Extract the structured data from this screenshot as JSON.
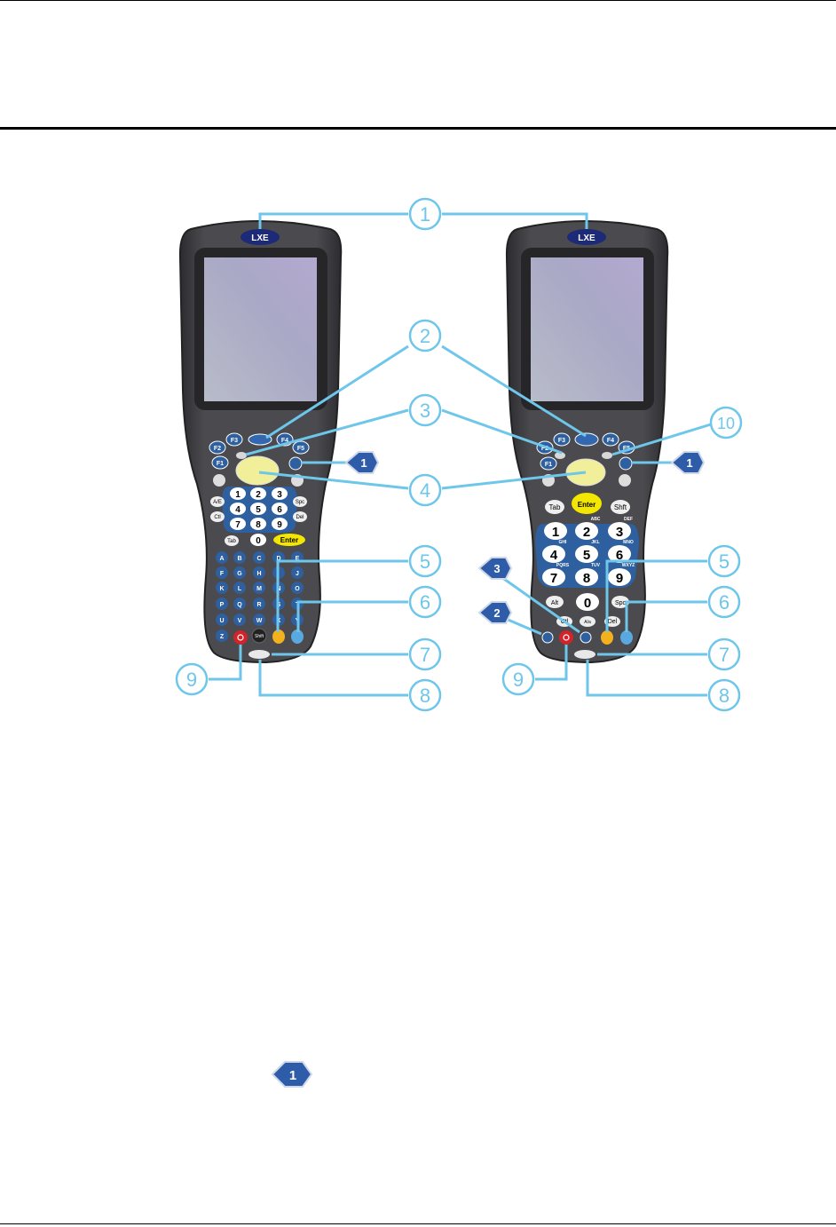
{
  "header": {
    "title": ""
  },
  "callouts": [
    "1",
    "2",
    "3",
    "4",
    "5",
    "6",
    "7",
    "8",
    "9",
    "10"
  ],
  "markers": {
    "m1": "1",
    "m2": "2",
    "m3": "3"
  },
  "logo": "LXE",
  "keys": {
    "f1": "F1",
    "f2": "F2",
    "f3": "F3",
    "f4": "F4",
    "f5": "F5",
    "enter": "Enter",
    "tab": "Tab",
    "shft": "Shft",
    "shift": "Shift",
    "alt": "Alt",
    "ctl": "Ctl",
    "del": "Del",
    "spc": "Spc",
    "ae": "A/E",
    "aa": "A/a",
    "digits": [
      "1",
      "2",
      "3",
      "4",
      "5",
      "6",
      "7",
      "8",
      "9",
      "0"
    ],
    "letters": [
      "A",
      "B",
      "C",
      "D",
      "E",
      "F",
      "G",
      "H",
      "I",
      "J",
      "K",
      "L",
      "M",
      "N",
      "O",
      "P",
      "Q",
      "R",
      "S",
      "T",
      "U",
      "V",
      "W",
      "X",
      "Y",
      "Z"
    ],
    "keypad_letters": [
      "ABC",
      "DEF",
      "GHI",
      "JKL",
      "MNO",
      "PQRS",
      "TUV",
      "WXYZ"
    ]
  },
  "colors": {
    "callout": "#6ec6ea",
    "body": "#3f3f44",
    "key": "#2e5f9e",
    "scan": "#f3b21d",
    "blue": "#5aa8e0",
    "power": "#d2232a",
    "enter": "#f3e600",
    "marker": "#2e5ca8"
  }
}
